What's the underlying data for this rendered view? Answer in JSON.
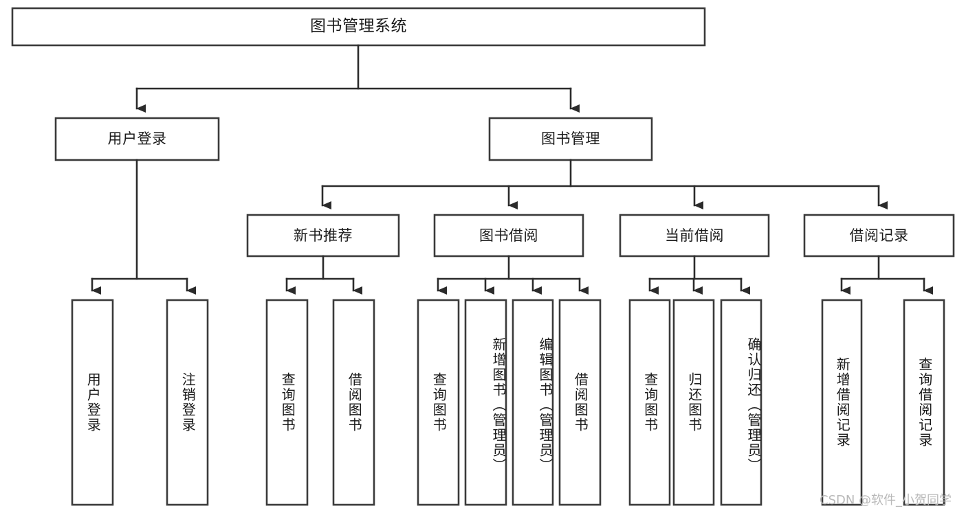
{
  "diagram": {
    "title": "图书管理系统",
    "watermark": "CSDN @软件_小贺同学",
    "nodes": {
      "root": {
        "label": "图书管理系统"
      },
      "level2": [
        {
          "label": "用户登录"
        },
        {
          "label": "图书管理"
        }
      ],
      "level3": [
        {
          "label": "新书推荐"
        },
        {
          "label": "图书借阅"
        },
        {
          "label": "当前借阅"
        },
        {
          "label": "借阅记录"
        }
      ],
      "leaves_login": [
        {
          "label": "用户登录"
        },
        {
          "label": "注销登录"
        }
      ],
      "leaves_newbook": [
        {
          "label": "查询图书"
        },
        {
          "label": "借阅图书"
        }
      ],
      "leaves_borrow": [
        {
          "label": "查询图书"
        },
        {
          "label": "新增图书（管理员）"
        },
        {
          "label": "编辑图书（管理员）"
        },
        {
          "label": "借阅图书"
        }
      ],
      "leaves_current": [
        {
          "label": "查询图书"
        },
        {
          "label": "归还图书"
        },
        {
          "label": "确认归还（管理员）"
        }
      ],
      "leaves_record": [
        {
          "label": "新增借阅记录"
        },
        {
          "label": "查询借阅记录"
        }
      ]
    },
    "colors": {
      "box_stroke": "#3a3a3a",
      "connector": "#2b2b2b",
      "background": "#ffffff",
      "text": "#1a1a1a",
      "watermark": "#b9b9b9"
    }
  }
}
